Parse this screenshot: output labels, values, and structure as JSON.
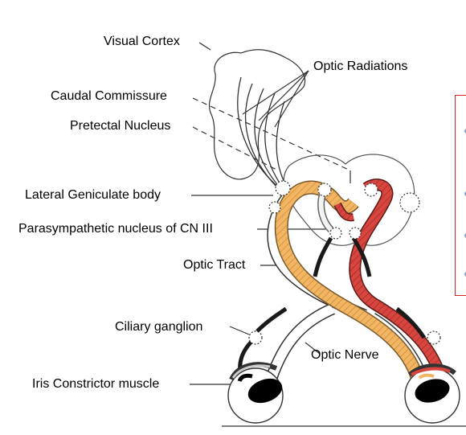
{
  "labels": {
    "visual_cortex": "Visual Cortex",
    "optic_radiations": "Optic Radiations",
    "caudal_commissure": "Caudal Commissure",
    "pretectal_nucleus": "Pretectal Nucleus",
    "lateral_geniculate_body": "Lateral Geniculate body",
    "parasympathetic_nucleus": "Parasympathetic nucleus of CN III",
    "optic_tract": "Optic Tract",
    "ciliary_ganglion": "Ciliary ganglion",
    "optic_nerve": "Optic Nerve",
    "iris_constrictor": "Iris Constrictor muscle"
  },
  "colors": {
    "afferent_path": "#f2b564",
    "efferent_path": "#d7453f",
    "parasympathetic_fiber": "#1a1a1a",
    "side_box_border": "#d9251c"
  }
}
